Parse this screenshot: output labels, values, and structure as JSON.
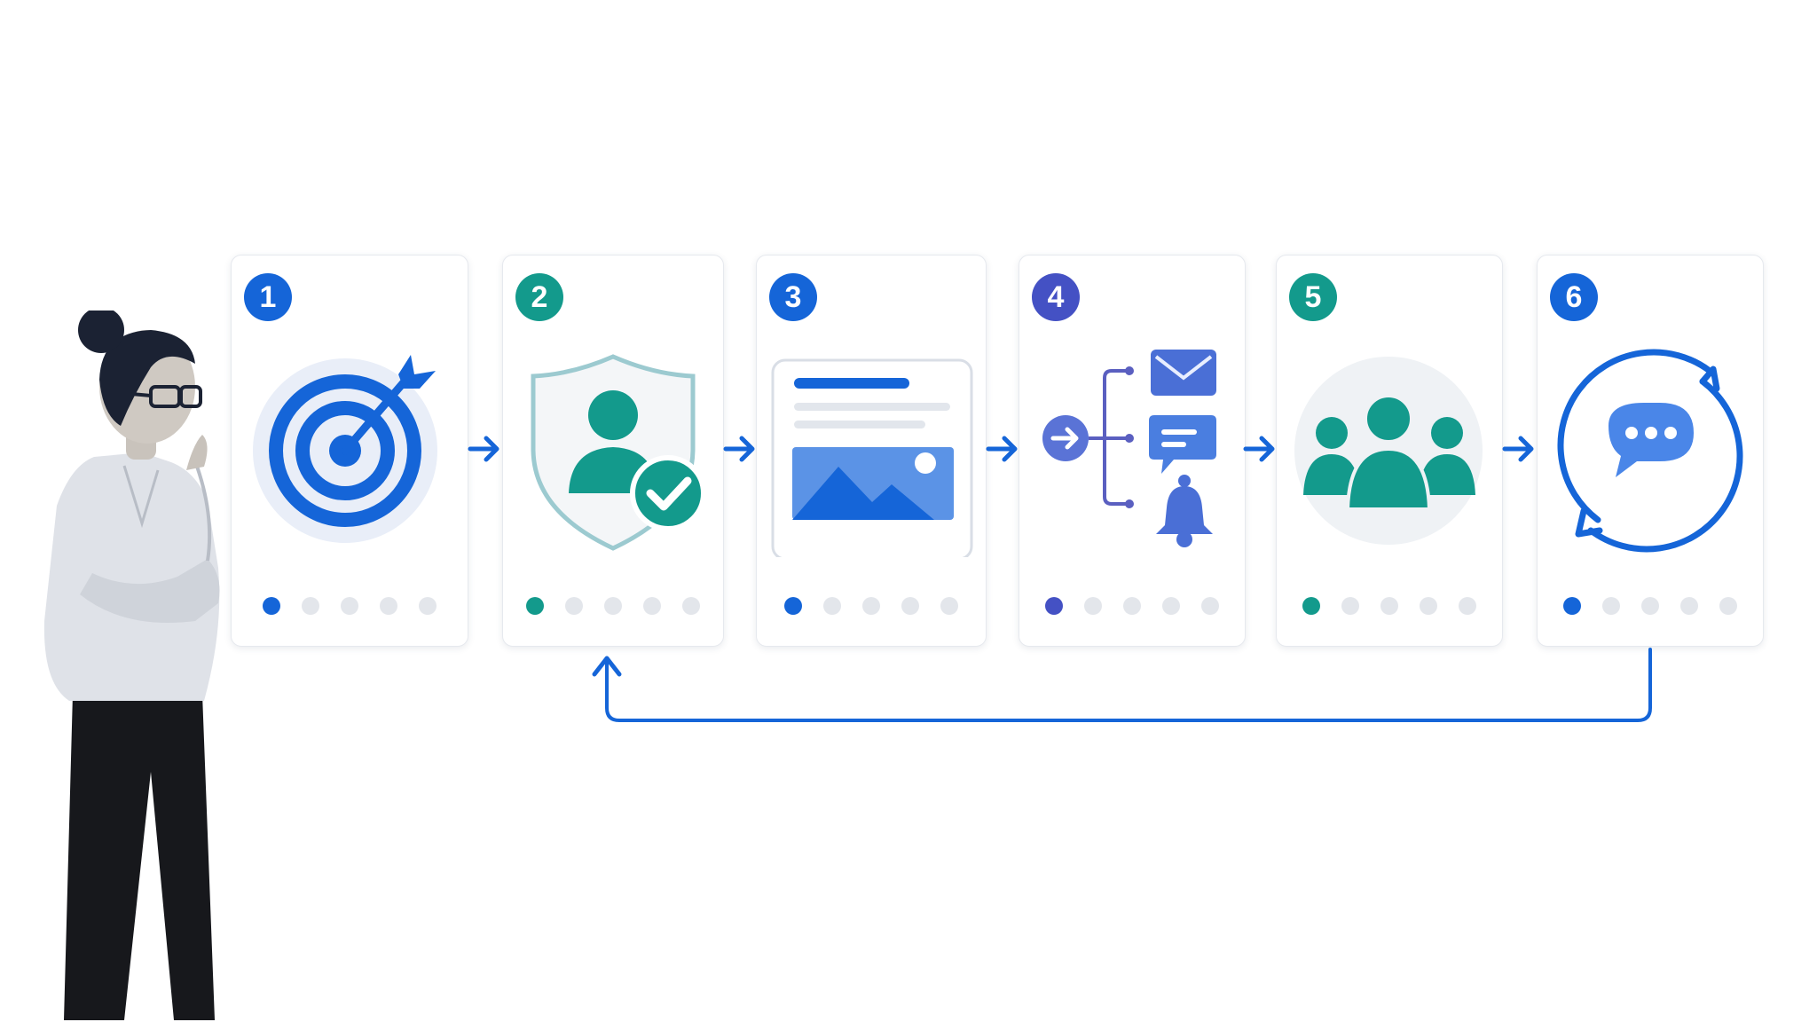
{
  "steps": [
    {
      "number": "1",
      "icon": "target-icon",
      "color": "#1565d8"
    },
    {
      "number": "2",
      "icon": "shield-user-check-icon",
      "color": "#139a8c"
    },
    {
      "number": "3",
      "icon": "document-image-icon",
      "color": "#1565d8"
    },
    {
      "number": "4",
      "icon": "notification-branch-icon",
      "color": "#4451c4"
    },
    {
      "number": "5",
      "icon": "team-icon",
      "color": "#139a8c"
    },
    {
      "number": "6",
      "icon": "chat-cycle-icon",
      "color": "#1565d8"
    }
  ],
  "colors": {
    "accent": "#1565d8",
    "teal": "#139a8c",
    "indigo": "#4451c4",
    "dot_inactive": "#e3e6eb"
  },
  "progress": {
    "dots_per_card": 5,
    "active_index": 0
  },
  "flow": {
    "loop_from_step": "6",
    "loop_to_step": "2"
  }
}
